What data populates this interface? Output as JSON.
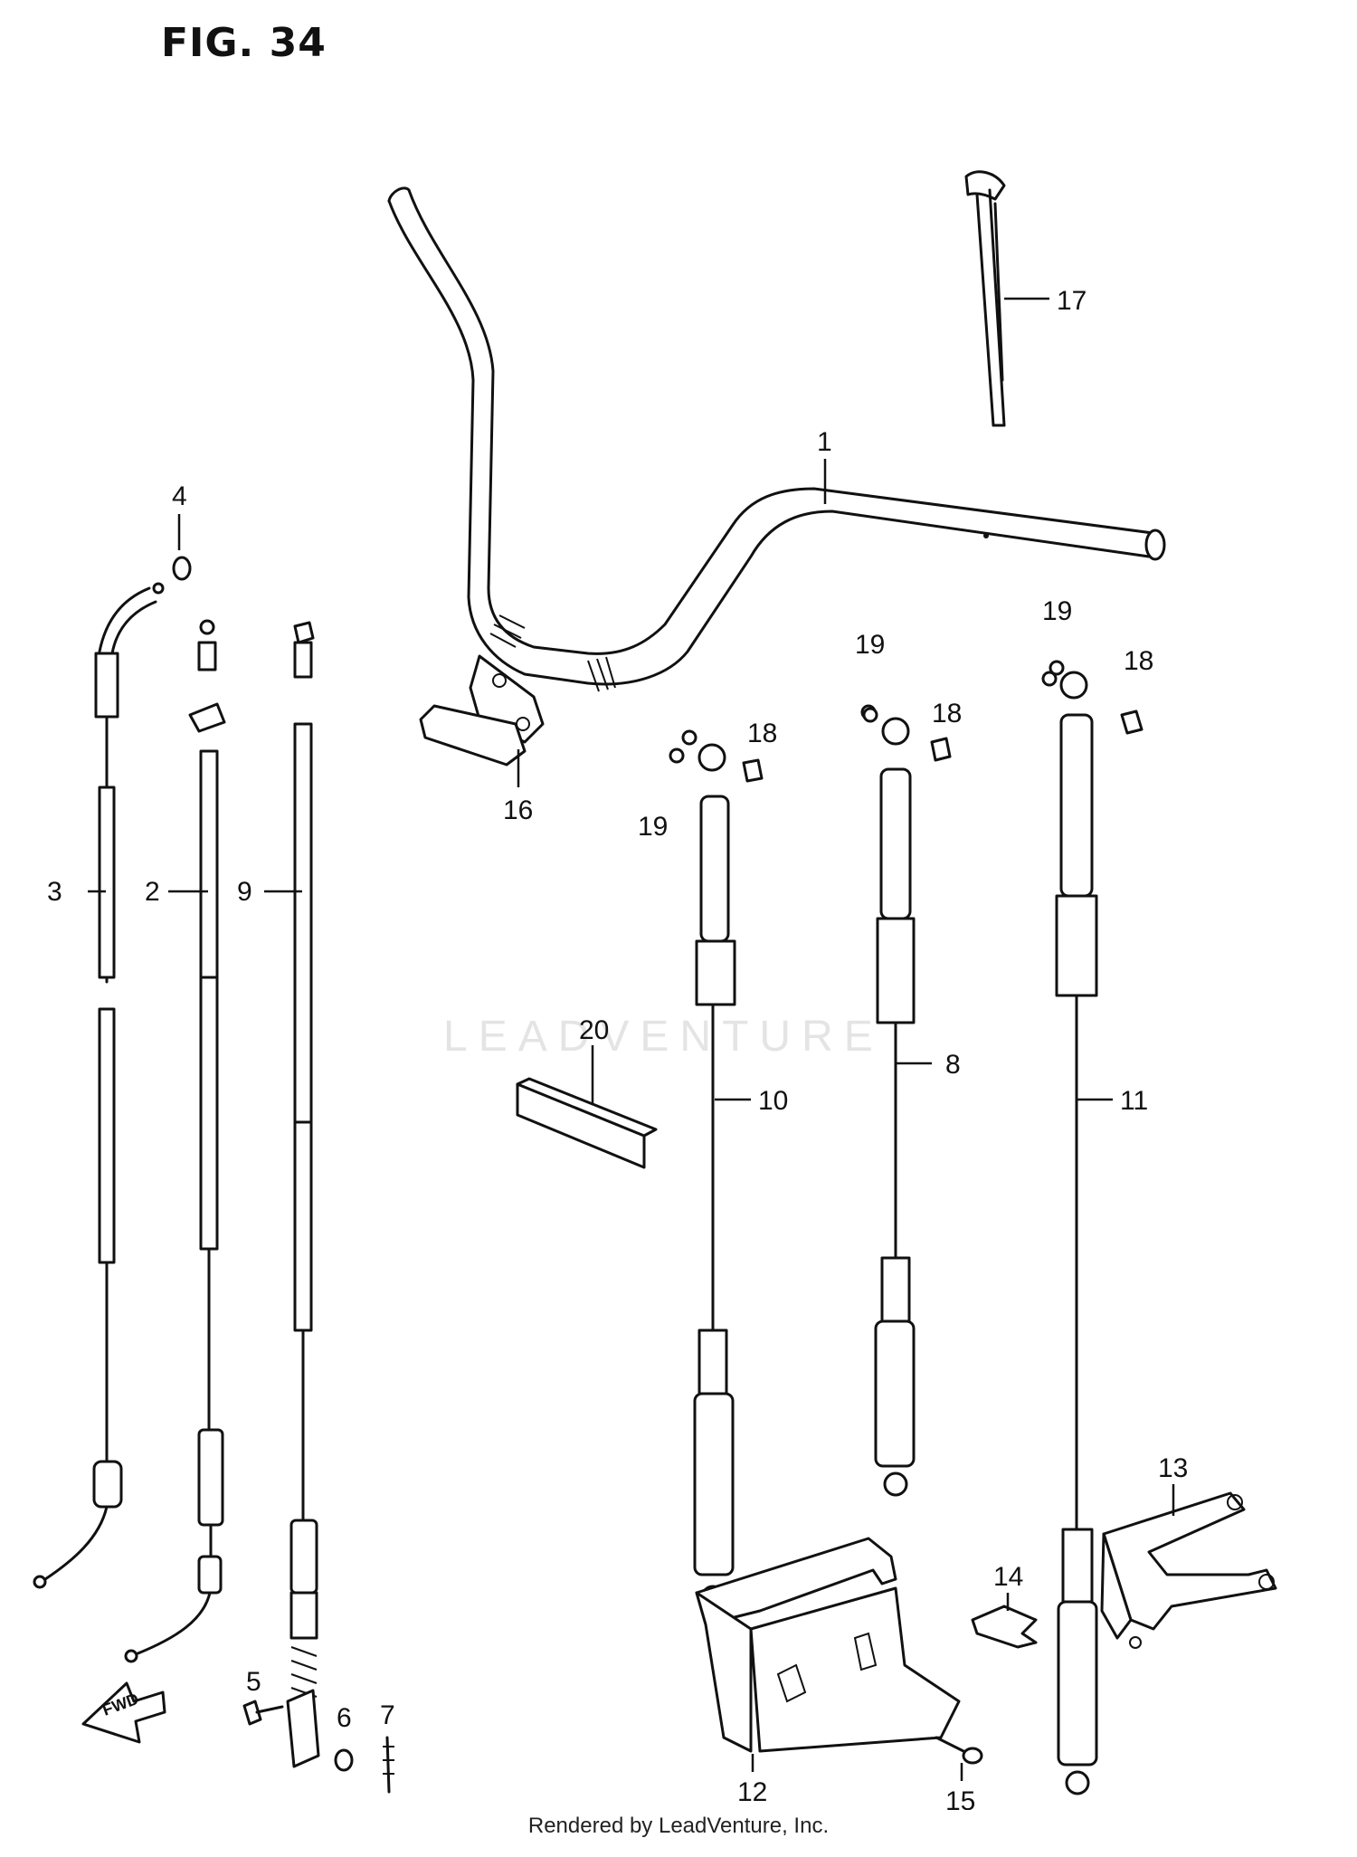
{
  "figure": {
    "title": "FIG. 34"
  },
  "watermark": "LEADVENTURE",
  "footer": "Rendered by LeadVenture, Inc.",
  "direction_marker": {
    "text": "FWD"
  },
  "callouts": [
    "1",
    "2",
    "3",
    "4",
    "5",
    "6",
    "7",
    "8",
    "9",
    "10",
    "11",
    "12",
    "13",
    "14",
    "15",
    "16",
    "17",
    "18",
    "18",
    "18",
    "19",
    "19",
    "19",
    "20"
  ],
  "parts": [
    {
      "no": "1",
      "name": "handlebar"
    },
    {
      "no": "2",
      "name": "cable"
    },
    {
      "no": "3",
      "name": "cable"
    },
    {
      "no": "4",
      "name": "cap"
    },
    {
      "no": "5",
      "name": "bolt"
    },
    {
      "no": "6",
      "name": "washer"
    },
    {
      "no": "7",
      "name": "pin"
    },
    {
      "no": "8",
      "name": "cable"
    },
    {
      "no": "9",
      "name": "cable"
    },
    {
      "no": "10",
      "name": "cable"
    },
    {
      "no": "11",
      "name": "cable"
    },
    {
      "no": "12",
      "name": "bracket"
    },
    {
      "no": "13",
      "name": "bracket"
    },
    {
      "no": "14",
      "name": "clip"
    },
    {
      "no": "15",
      "name": "screw"
    },
    {
      "no": "16",
      "name": "clamp"
    },
    {
      "no": "17",
      "name": "hose"
    },
    {
      "no": "18",
      "name": "bolt"
    },
    {
      "no": "19",
      "name": "nut"
    },
    {
      "no": "20",
      "name": "pad"
    }
  ]
}
